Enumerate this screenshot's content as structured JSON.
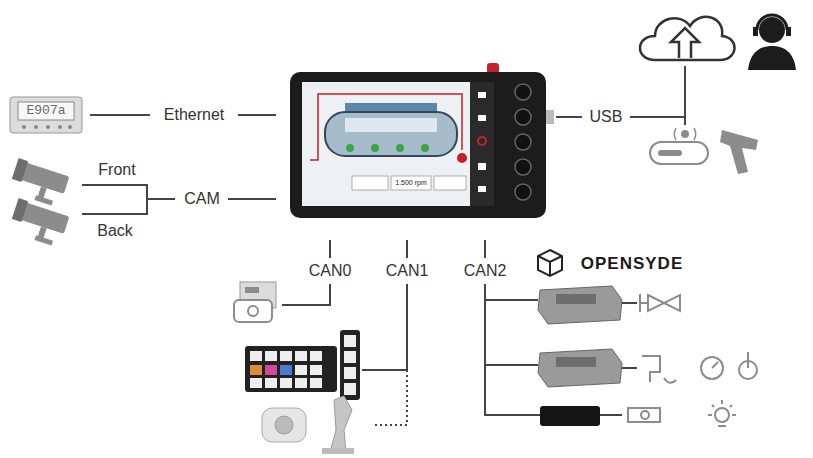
{
  "diagram": {
    "labels": [
      "Ethernet",
      "Front",
      "Back",
      "CAM",
      "USB",
      "CAN0",
      "CAN1",
      "CAN2",
      "OPENSYDE",
      "E907a",
      "1.500 rpm"
    ]
  }
}
